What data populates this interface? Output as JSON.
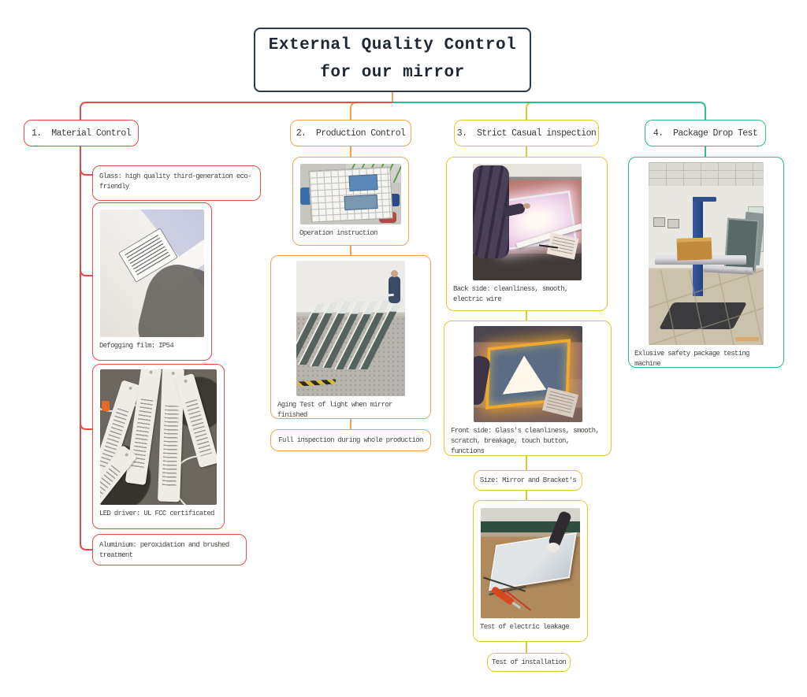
{
  "title": {
    "line1": "External Quality Control",
    "line2": "for our mirror"
  },
  "colors": {
    "title_border": "#2c3a4f",
    "branch_red": "#e74c44",
    "branch_orange": "#f0a155",
    "branch_yellow": "#e3c934",
    "branch_teal": "#2dbd8e",
    "text": "#4a4540"
  },
  "branches": [
    {
      "label": "1.  Material Control",
      "color": "#e74c44",
      "items": [
        {
          "type": "text",
          "text": "Glass: high quality third-generation eco-friendly"
        },
        {
          "type": "photo",
          "photo": "defogging-film-photo",
          "caption": "Defogging film: IP54"
        },
        {
          "type": "photo",
          "photo": "led-drivers-photo",
          "caption": "LED driver: UL FCC certificated"
        },
        {
          "type": "text",
          "text": "Aluminium: peroxidation and brushed treatment"
        }
      ]
    },
    {
      "label": "2.  Production Control",
      "color": "#f0a155",
      "items": [
        {
          "type": "photo",
          "photo": "operation-instruction-photo",
          "caption": "Operation instruction"
        },
        {
          "type": "photo",
          "photo": "aging-test-photo",
          "caption": "Aging Test of light when mirror finished"
        },
        {
          "type": "text",
          "text": "Full inspection during whole production"
        }
      ]
    },
    {
      "label": "3.  Strict Casual inspection",
      "color": "#e3c934",
      "items": [
        {
          "type": "photo",
          "photo": "back-side-inspection-photo",
          "caption": "Back side: cleanliness, smooth, electric wire"
        },
        {
          "type": "photo",
          "photo": "front-side-inspection-photo",
          "caption": "Front side: Glass's cleanliness, smooth, scratch, breakage, touch button, functions"
        },
        {
          "type": "text",
          "text": "Size: Mirror and Bracket's"
        },
        {
          "type": "photo",
          "photo": "electric-leakage-test-photo",
          "caption": "Test of electric leakage"
        },
        {
          "type": "text",
          "text": "Test of installation"
        }
      ]
    },
    {
      "label": "4.  Package Drop Test",
      "color": "#2dbd8e",
      "items": [
        {
          "type": "photo",
          "photo": "drop-test-machine-photo",
          "caption": "Exlusive safety package testing machine"
        }
      ]
    }
  ]
}
